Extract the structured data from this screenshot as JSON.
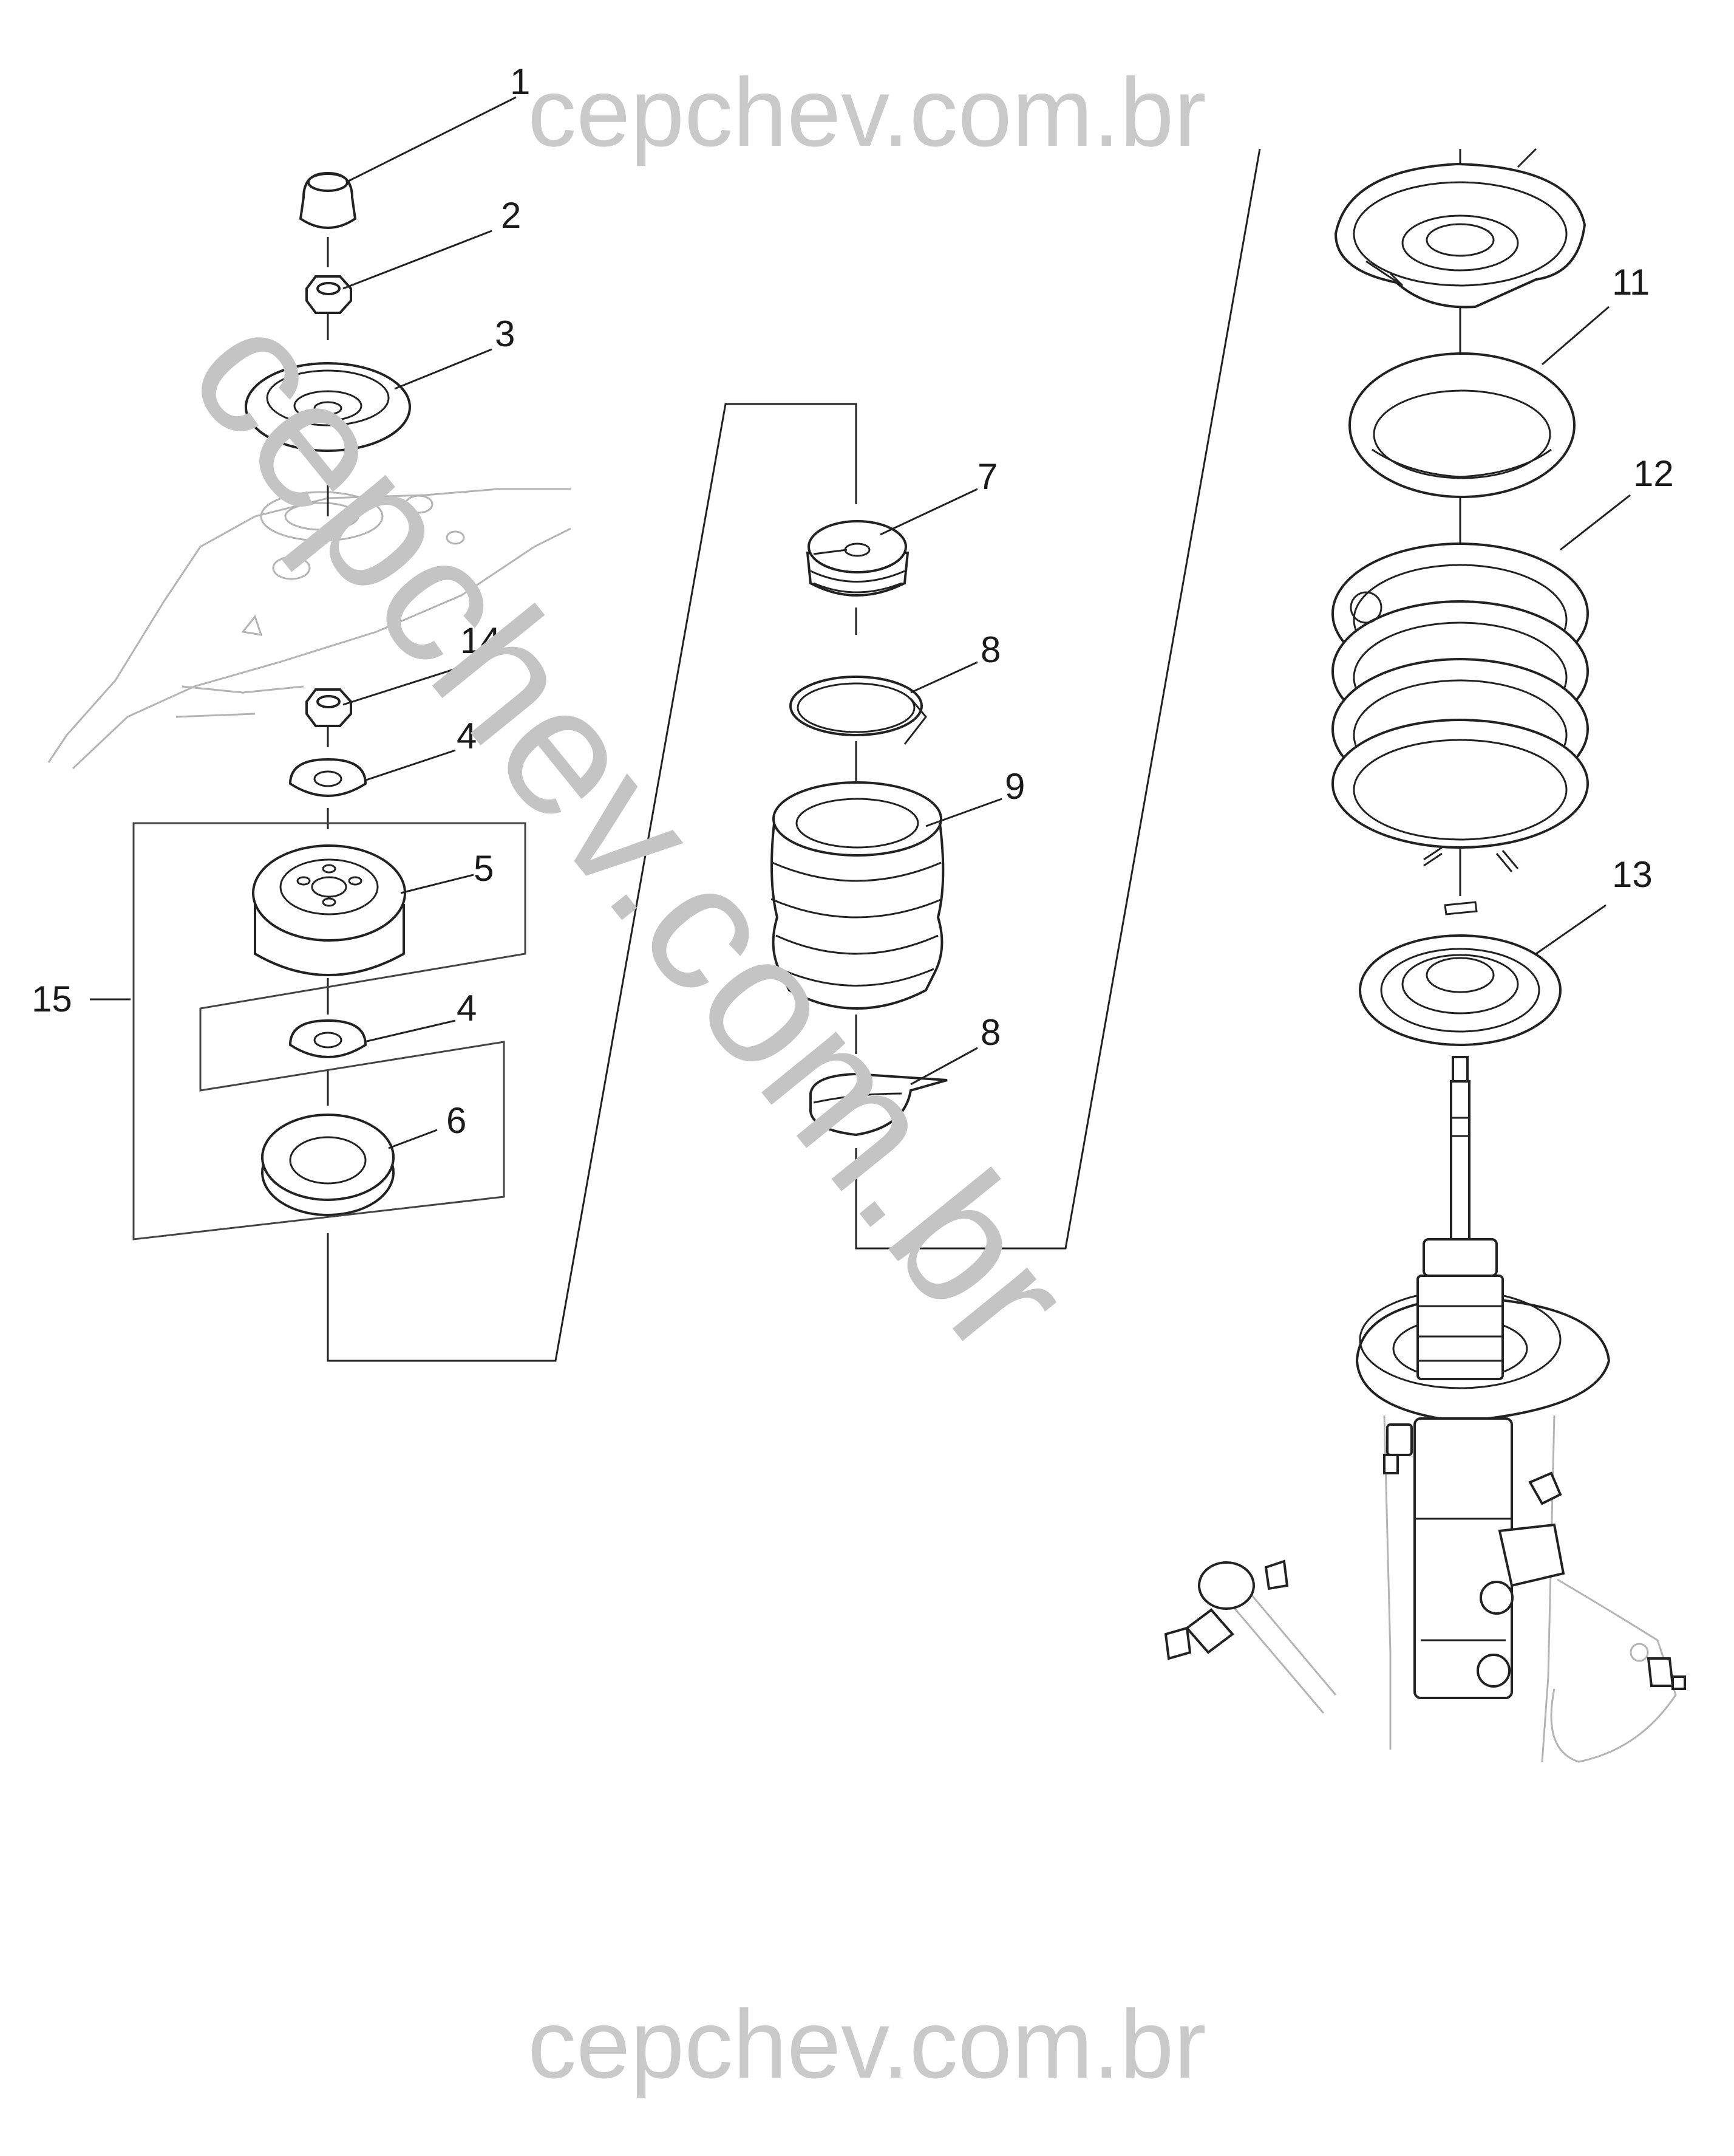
{
  "watermark": {
    "top": "cepchev.com.br",
    "bottom": "cepchev.com.br",
    "diagonal": "cepchev.com.br"
  },
  "callouts": {
    "c1": "1",
    "c2": "2",
    "c3": "3",
    "c4a": "4",
    "c4b": "4",
    "c5": "5",
    "c6": "6",
    "c7": "7",
    "c8a": "8",
    "c8b": "8",
    "c9": "9",
    "c11": "11",
    "c12": "12",
    "c13": "13",
    "c14": "14",
    "c15": "15"
  },
  "colors": {
    "line": "#222222",
    "background": "#ffffff",
    "watermark": "#c4c4c4",
    "ghost_body": "#b4b4b4"
  }
}
